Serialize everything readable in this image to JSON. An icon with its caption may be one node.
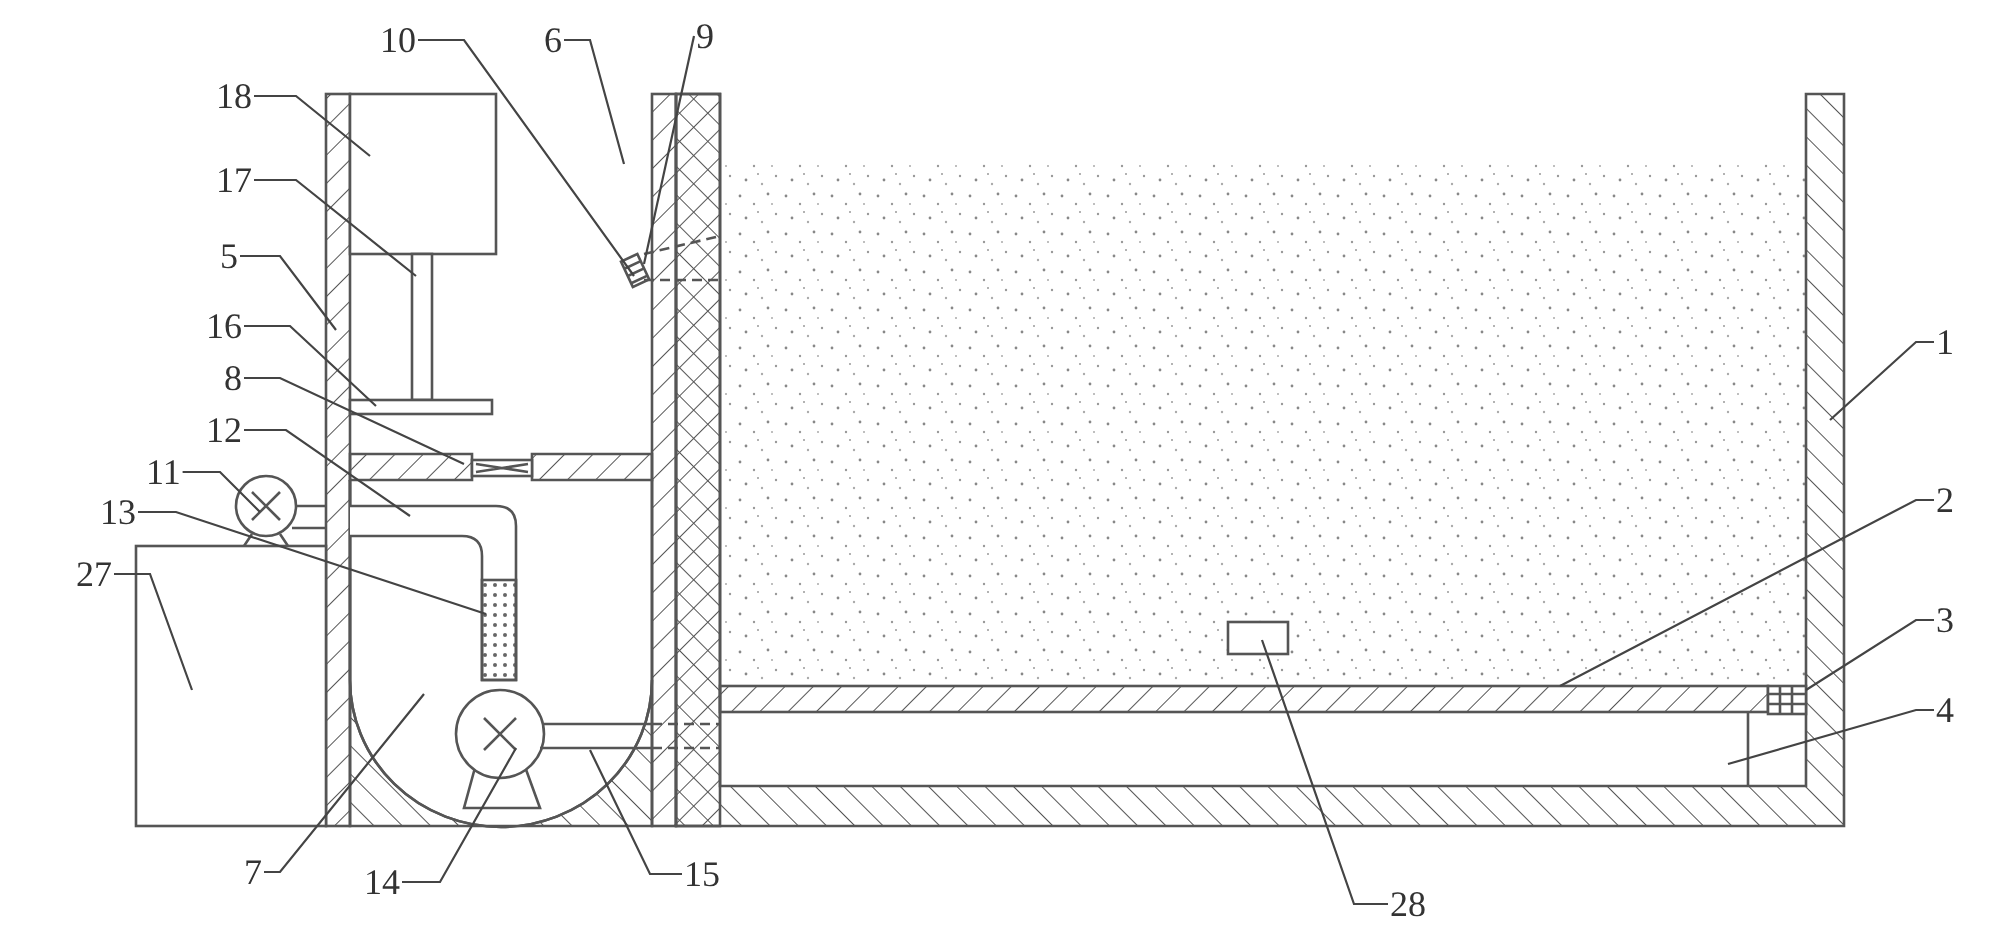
{
  "diagram": {
    "nodes": [
      {
        "text": [
          "10"
        ]
      },
      {
        "text": [
          "6"
        ]
      },
      {
        "text": [
          "9"
        ]
      },
      {
        "text": [
          "18"
        ]
      },
      {
        "text": [
          "17"
        ]
      },
      {
        "text": [
          "5"
        ]
      },
      {
        "text": [
          "16"
        ]
      },
      {
        "text": [
          "8"
        ]
      },
      {
        "text": [
          "12"
        ]
      },
      {
        "text": [
          "11"
        ]
      },
      {
        "text": [
          "1"
        ]
      },
      {
        "text": [
          "13"
        ]
      },
      {
        "text": [
          "27"
        ]
      },
      {
        "text": [
          "2"
        ]
      },
      {
        "text": [
          "3"
        ]
      },
      {
        "text": [
          "4"
        ]
      },
      {
        "text": [
          "7"
        ]
      },
      {
        "text": [
          "14"
        ]
      },
      {
        "text": [
          "15"
        ]
      },
      {
        "text": [
          "28"
        ]
      }
    ],
    "edges": [
      {
        "from": 0,
        "to": null,
        "arrow": "none"
      },
      {
        "from": 1,
        "to": null,
        "arrow": "none"
      },
      {
        "from": 2,
        "to": null,
        "arrow": "none"
      },
      {
        "from": 3,
        "to": null,
        "arrow": "none"
      },
      {
        "from": 4,
        "to": null,
        "arrow": "none"
      },
      {
        "from": 5,
        "to": null,
        "arrow": "none"
      },
      {
        "from": 6,
        "to": null,
        "arrow": "none"
      },
      {
        "from": 7,
        "to": null,
        "arrow": "none"
      },
      {
        "from": 8,
        "to": null,
        "arrow": "none"
      },
      {
        "from": 9,
        "to": null,
        "arrow": "none"
      },
      {
        "from": 10,
        "to": null,
        "arrow": "none"
      },
      {
        "from": 11,
        "to": null,
        "arrow": "none"
      },
      {
        "from": 12,
        "to": null,
        "arrow": "none"
      },
      {
        "from": 13,
        "to": null,
        "arrow": "none"
      },
      {
        "from": 14,
        "to": null,
        "arrow": "none"
      },
      {
        "from": 15,
        "to": null,
        "arrow": "none"
      },
      {
        "from": 16,
        "to": null,
        "arrow": "none"
      },
      {
        "from": 17,
        "to": null,
        "arrow": "none"
      },
      {
        "from": 18,
        "to": null,
        "arrow": "none"
      },
      {
        "from": 19,
        "to": null,
        "arrow": "none"
      }
    ]
  }
}
